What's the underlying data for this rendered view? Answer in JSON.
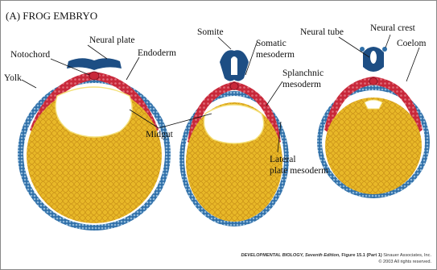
{
  "figure": {
    "title": "(A) FROG EMBRYO",
    "labels": {
      "neural_plate": "Neural plate",
      "notochord": "Notochord",
      "endoderm": "Endoderm",
      "yolk": "Yolk",
      "midgut": "Midgut",
      "somite": "Somite",
      "somatic_1": "Somatic",
      "somatic_2": "mesoderm",
      "splanchnic_1": "Splanchnic",
      "splanchnic_2": "mesoderm",
      "lateral_1": "Lateral",
      "lateral_2": "plate mesoderm",
      "neural_tube": "Neural tube",
      "neural_crest": "Neural crest",
      "coelom": "Coelom"
    },
    "credit": {
      "book": "DEVELOPMENTAL BIOLOGY, Seventh Edition,",
      "figure": "Figure 15.1 (Part 1)",
      "publisher": "Sinauer Associates, Inc.",
      "rights": "© 2003 All rights reserved."
    }
  },
  "colors": {
    "yolk": "#e8b828",
    "yolk_cells": "#c48a14",
    "mesoderm": "#c8283a",
    "ectoderm": "#2f6fa8",
    "ectoderm_light": "#8fb9da",
    "neural": "#1d4e84",
    "endoderm_line": "#f4e07a"
  }
}
